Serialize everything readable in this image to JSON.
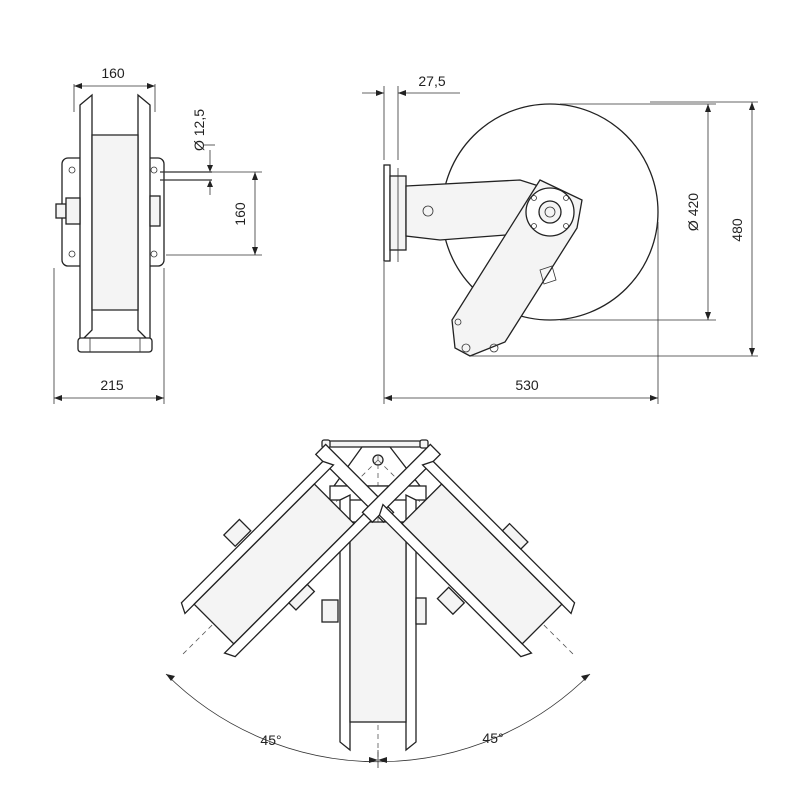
{
  "dimensions": {
    "front_width_top": "160",
    "pipe_diameter": "Ø 12,5",
    "bracket_height": "160",
    "front_width_bottom": "215",
    "plate_thickness": "27,5",
    "reel_diameter": "Ø 420",
    "total_height": "480",
    "total_depth": "530"
  },
  "angles": {
    "left": "45°",
    "right": "45°"
  }
}
